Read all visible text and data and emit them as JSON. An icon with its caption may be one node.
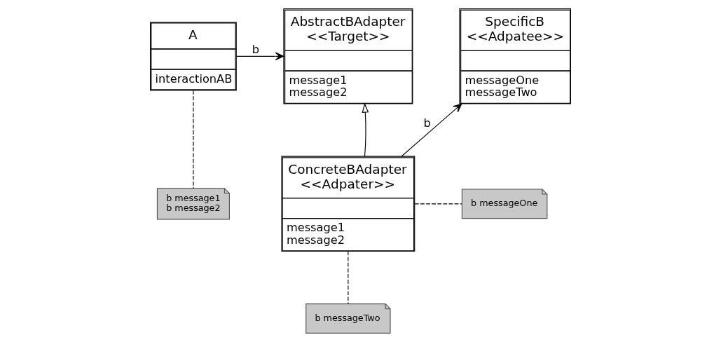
{
  "diagram": {
    "nodes": [
      {
        "text": [
          "A",
          "interactionAB"
        ]
      },
      {
        "text": [
          "AbstractBAdapter",
          "<<Target>>",
          "message1",
          "message2"
        ]
      },
      {
        "text": [
          "SpecificB",
          "<<Adpatee>>",
          "messageOne",
          "messageTwo"
        ]
      },
      {
        "text": [
          "b message1",
          "b message2"
        ]
      },
      {
        "text": [
          "ConcreteBAdapter",
          "<<Adpater>>",
          "message1",
          "message2"
        ]
      },
      {
        "text": [
          "b messageOne"
        ]
      },
      {
        "text": [
          "b messageTwo"
        ]
      }
    ],
    "edges": [
      {
        "from": 0,
        "to": 1,
        "arrow": "to",
        "label": "b"
      },
      {
        "from": 4,
        "to": 2,
        "arrow": "to",
        "label": "b"
      },
      {
        "from": 4,
        "to": 1,
        "arrow": "to"
      },
      {
        "from": 0,
        "to": 3,
        "arrow": "none",
        "style": "dashed"
      },
      {
        "from": 4,
        "to": 5,
        "arrow": "none",
        "style": "dashed"
      },
      {
        "from": 4,
        "to": 6,
        "arrow": "none",
        "style": "dashed"
      }
    ]
  }
}
